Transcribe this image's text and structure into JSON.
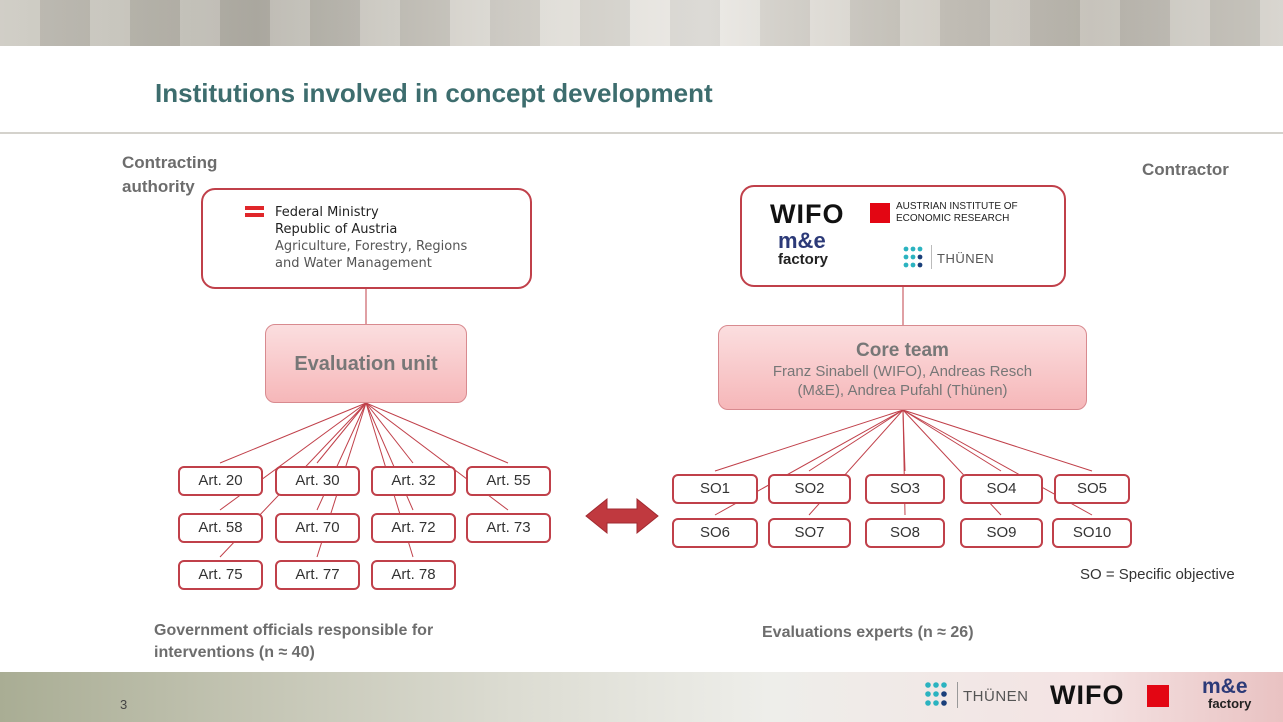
{
  "slide": {
    "title": "Institutions involved in concept development",
    "page_number": "3"
  },
  "left": {
    "label_line1": "Contracting",
    "label_line2": "authority",
    "ministry": {
      "line1": "Federal Ministry",
      "line2": "Republic of Austria",
      "line3": "Agriculture, Forestry, Regions",
      "line4": "and Water Management"
    },
    "unit": "Evaluation unit",
    "articles": [
      "Art. 20",
      "Art. 30",
      "Art. 32",
      "Art. 55",
      "Art. 58",
      "Art. 70",
      "Art. 72",
      "Art. 73",
      "Art. 75",
      "Art. 77",
      "Art. 78"
    ],
    "caption_line1": "Government officials responsible for",
    "caption_line2": "interventions (n ≈ 40)"
  },
  "right": {
    "label": "Contractor",
    "logos": {
      "wifo": "WIFO",
      "wifo_sub1": "AUSTRIAN INSTITUTE OF",
      "wifo_sub2": "ECONOMIC RESEARCH",
      "me_line1": "m&e",
      "me_line2": "factory",
      "thuenen": "THÜNEN"
    },
    "core_team": {
      "title": "Core team",
      "line1": "Franz Sinabell (WIFO), Andreas Resch",
      "line2": "(M&E), Andrea Pufahl (Thünen)"
    },
    "objectives": [
      "SO1",
      "SO2",
      "SO3",
      "SO4",
      "SO5",
      "SO6",
      "SO7",
      "SO8",
      "SO9",
      "SO10"
    ],
    "legend": "SO = Specific objective",
    "caption": "Evaluations experts (n ≈ 26)"
  },
  "footer": {
    "thuenen": "THÜNEN",
    "wifo": "WIFO",
    "me_line1": "m&e",
    "me_line2": "factory"
  },
  "colors": {
    "accent": "#c0404a",
    "title": "#3d6d6e",
    "arrow": "#c0393f"
  }
}
